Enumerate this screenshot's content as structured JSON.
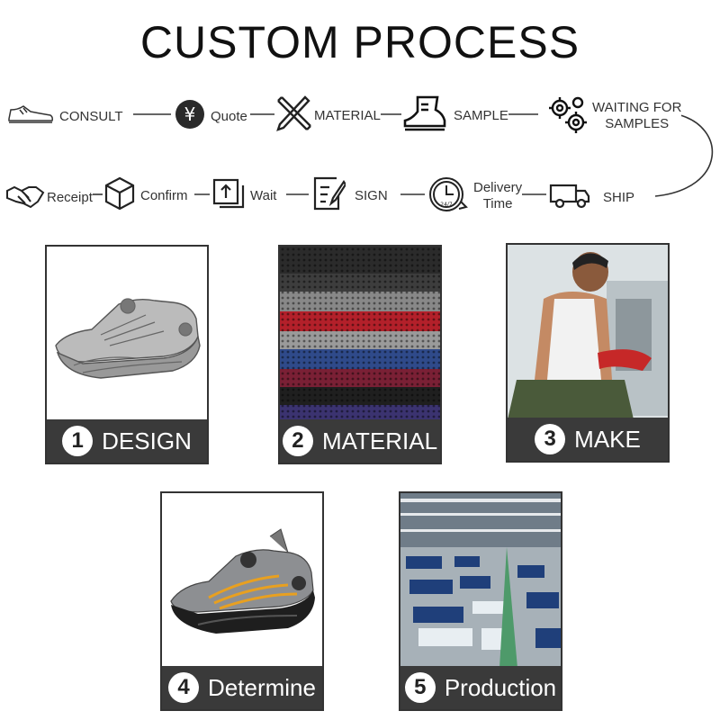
{
  "title": "CUSTOM PROCESS",
  "flow": {
    "row1": [
      {
        "label": "CONSULT",
        "icon": "sneaker-icon"
      },
      {
        "label": "Quote",
        "icon": "yen-coin-icon"
      },
      {
        "label": "MATERIAL",
        "icon": "ruler-pencil-icon"
      },
      {
        "label": "SAMPLE",
        "icon": "high-top-shoe-icon"
      },
      {
        "label_lines": [
          "WAITING FOR",
          "SAMPLES"
        ],
        "icon": "gears-icon"
      }
    ],
    "row2": [
      {
        "label": "Receipt",
        "icon": "handshake-icon"
      },
      {
        "label": "Confirm",
        "icon": "box-icon"
      },
      {
        "label": "Wait",
        "icon": "upload-icon"
      },
      {
        "label": "SIGN",
        "icon": "sign-document-icon"
      },
      {
        "label_lines": [
          "Delivery",
          "Time"
        ],
        "icon": "clock-24-7-icon"
      },
      {
        "label": "SHIP",
        "icon": "truck-icon"
      }
    ],
    "yen_symbol": "¥",
    "clock_text": "24/7"
  },
  "cards": [
    {
      "num": "1",
      "label": "DESIGN"
    },
    {
      "num": "2",
      "label": "MATERIAL"
    },
    {
      "num": "3",
      "label": "MAKE"
    },
    {
      "num": "4",
      "label": "Determine"
    },
    {
      "num": "5",
      "label": "Production"
    }
  ],
  "colors": {
    "caption_bg": "#3a3a3a",
    "line": "#333333",
    "accent_orange": "#e8a020"
  }
}
